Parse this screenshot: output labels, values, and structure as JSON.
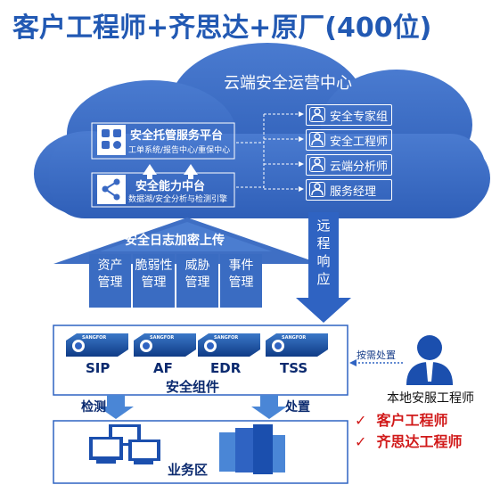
{
  "title": "客户工程师+齐思达+原厂(400位)",
  "cloud": {
    "title": "云端安全运营中心",
    "platform": {
      "title": "安全托管服务平台",
      "subtitle": "工单系统/报告中心/重保中心"
    },
    "capability": {
      "title": "安全能力中台",
      "subtitle": "数据湖/安全分析与检测引擎"
    },
    "roles": [
      "安全专家组",
      "安全工程师",
      "云端分析师",
      "服务经理"
    ]
  },
  "upload_label": "安全日志加密上传",
  "management": [
    "资产\n管理",
    "脆弱性\n管理",
    "威胁\n管理",
    "事件\n管理"
  ],
  "remote_response": [
    "远",
    "程",
    "响",
    "应"
  ],
  "devices": {
    "brand": "SANGFOR",
    "items": [
      "SIP",
      "AF",
      "EDR",
      "TSS"
    ],
    "group_label": "安全组件"
  },
  "detect_label": "检测",
  "dispose_label": "处置",
  "business_label": "业务区",
  "on_demand_label": "按需处置",
  "local_engineer_label": "本地安服工程师",
  "engineers": [
    "客户工程师",
    "齐思达工程师"
  ],
  "check_mark": "✓",
  "colors": {
    "title": "#2259b3",
    "cloud": "#3868c3",
    "arrow": "#2f63c2",
    "red": "#d11a1a"
  }
}
